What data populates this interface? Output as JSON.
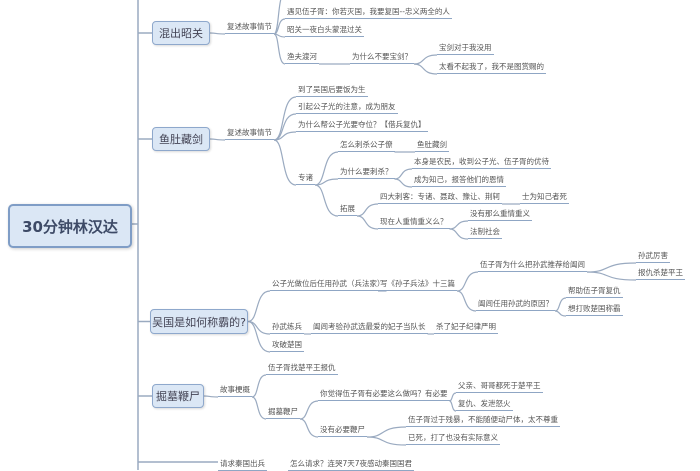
{
  "root": {
    "title": "30分钟林汉达"
  },
  "s1": {
    "title": "混出昭关",
    "retell": "复述故事情节",
    "items": [
      "遇见伍子胥：你若灭国，我要复国--忠义两全的人",
      "昭关一夜白头蒙混过关",
      "渔夫渡河"
    ],
    "why_sword": "为什么不要宝剑？",
    "answers": [
      "宝剑对于我没用",
      "太看不起我了，我不是图赏赐的"
    ]
  },
  "s2": {
    "title": "鱼肚藏剑",
    "retell": "复述故事情节",
    "items": [
      "到了吴国后要饭为生",
      "引起公子光的注意，成为朋友",
      "为什么帮公子光要夺位？【借兵复仇】",
      "专诸"
    ],
    "how": "怎么刺杀公子僚",
    "how_answer": "鱼肚藏剑",
    "why": "为什么要刺杀？",
    "why_answers": [
      "本身是农民，收到公子光、伍子胥的优待",
      "成为知己，报答他们的恩情"
    ],
    "extend": "拓展",
    "assassins": "四大刺客：专诸、聂政、豫让、荆轲",
    "assassins_note": "士为知己者死",
    "now": "现在人重情重义么？",
    "now_answers": [
      "没有那么重情重义",
      "法制社会"
    ]
  },
  "s3": {
    "title": "吴国是如何称霸的?",
    "appoint": "公子光做位后任用孙武（兵法家）",
    "book": "写《孙子兵法》十三篇",
    "recommend": "伍子胥为什么把孙武推荐给阖闾",
    "recommend_answers": [
      "孙武厉害",
      "报仇杀楚平王"
    ],
    "reason": "阖闾任用孙武的原因？",
    "reason_answers": [
      "帮助伍子胥复仇",
      "想打败楚国称霸"
    ],
    "train": "孙武练兵",
    "test": "阖闾考验孙武选最爱的妃子当队长",
    "result": "杀了妃子纪律严明",
    "conquer": "攻破楚国"
  },
  "s4": {
    "title": "掘墓鞭尸",
    "summary": "故事梗概",
    "revenge": "伍子胥找楚平王报仇",
    "whip": "掘墓鞭尸",
    "necessary": "你觉得伍子胥有必要这么做吗？有必要",
    "necessary_answers": [
      "父亲、哥哥都死于楚平王",
      "复仇、发泄怒火"
    ],
    "unnecessary": "没有必要鞭尸",
    "unnecessary_answers": [
      "伍子胥过于残暴，不能随便动尸体，太不尊重",
      "已死，打了也没有实际意义"
    ]
  },
  "s5": {
    "ask": "请求秦国出兵",
    "how": "怎么请求？连哭7天7夜感动秦国国君"
  }
}
